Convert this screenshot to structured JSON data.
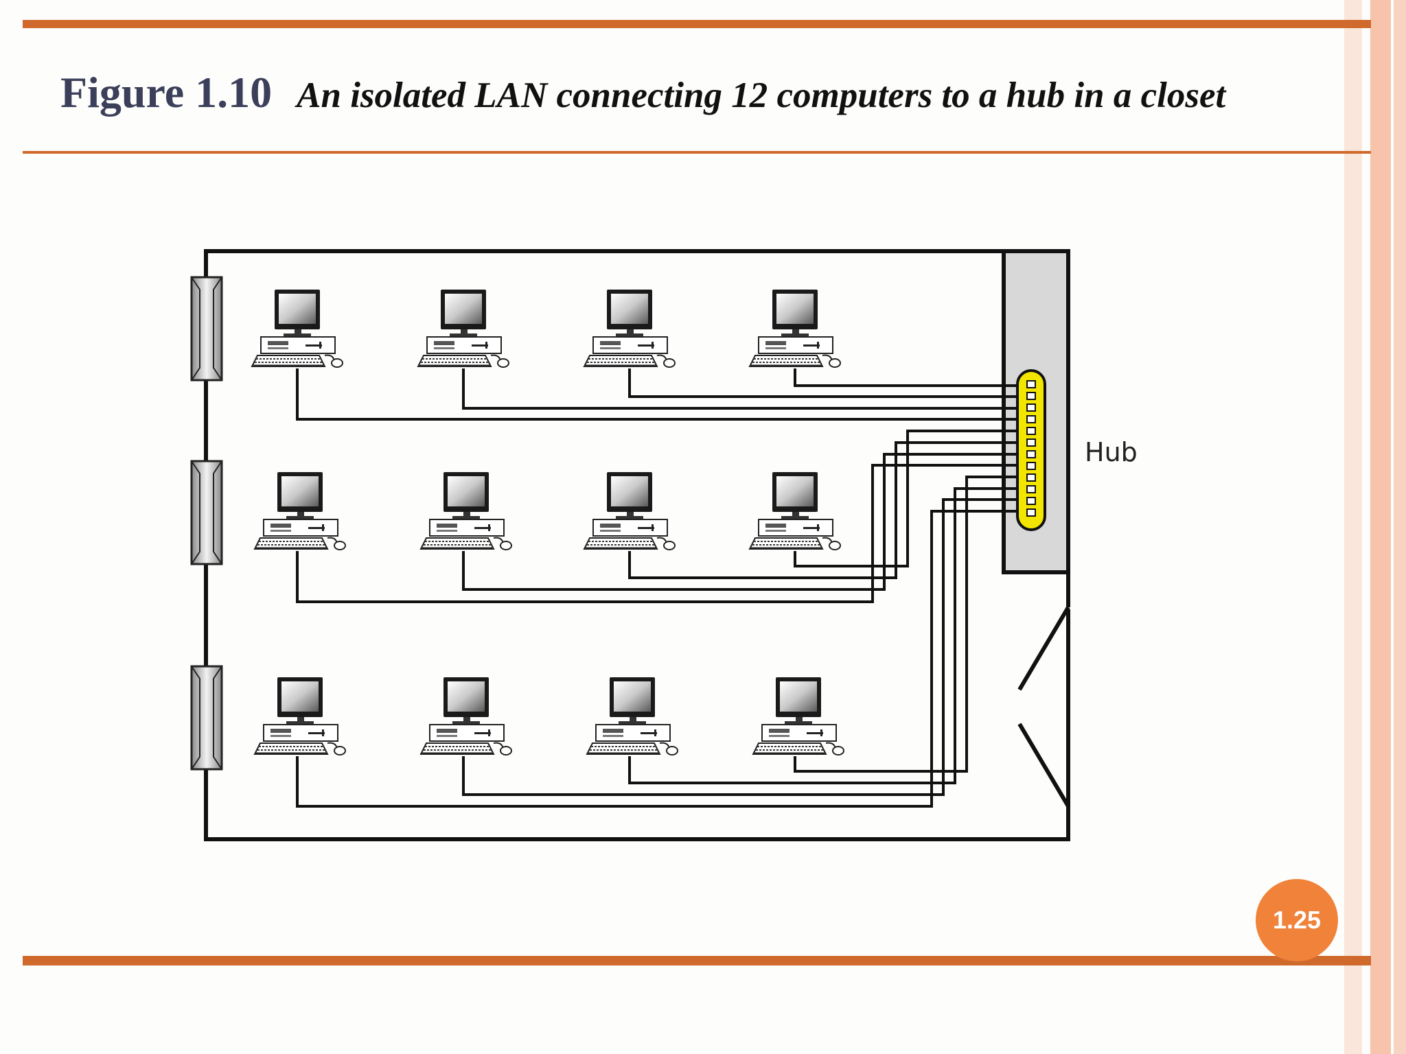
{
  "slide": {
    "figure_label": "Figure 1.10",
    "caption": "An isolated LAN connecting 12 computers to a hub in a closet",
    "page_number": "1.25"
  },
  "diagram": {
    "hub_label": "Hub",
    "computer_count": 12,
    "rows": 3,
    "computers_per_row": 4
  },
  "colors": {
    "accent_rule": "#d06a2c",
    "badge": "#f0823a",
    "hub_port": "#f2e600",
    "closet": "#d8d8d8",
    "right_frame": "#f7c4ab"
  }
}
